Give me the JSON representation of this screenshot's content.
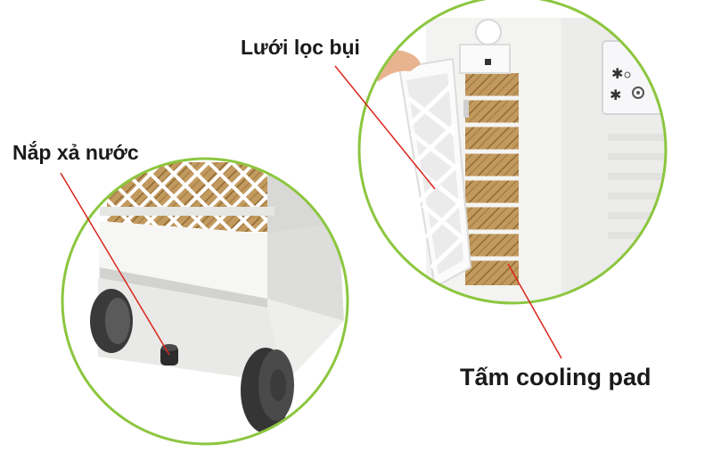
{
  "labels": {
    "drain_cap": "Nắp xả nước",
    "dust_filter": "Lưới lọc bụi",
    "cooling_pad": "Tấm cooling pad"
  },
  "colors": {
    "circle_border": "#8cc63f",
    "leader_line": "#d9261c",
    "housing": "#f2f2f0",
    "wheel": "#3c3c3c",
    "cooling_pad": "#b8915a",
    "control_panel": "#f6f6f8"
  }
}
